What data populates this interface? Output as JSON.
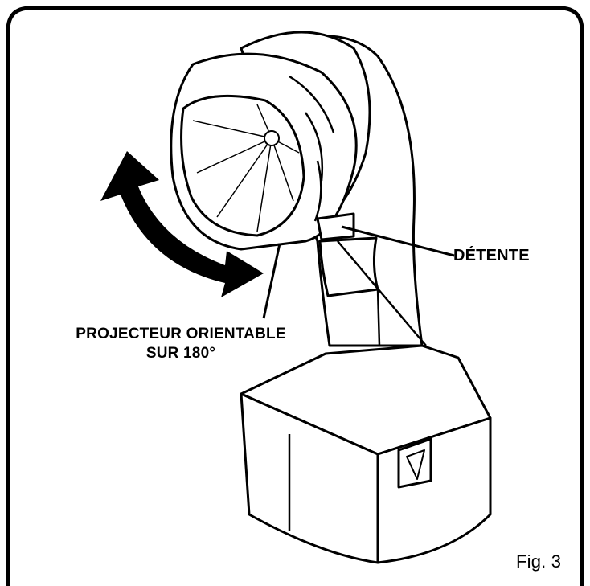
{
  "labels": {
    "trigger": "DÉTENTE",
    "projector_line1": "PROJECTEUR ORIENTABLE",
    "projector_line2": "SUR 180°",
    "figure": "Fig. 3"
  },
  "colors": {
    "ink": "#000000",
    "paper": "#ffffff"
  }
}
